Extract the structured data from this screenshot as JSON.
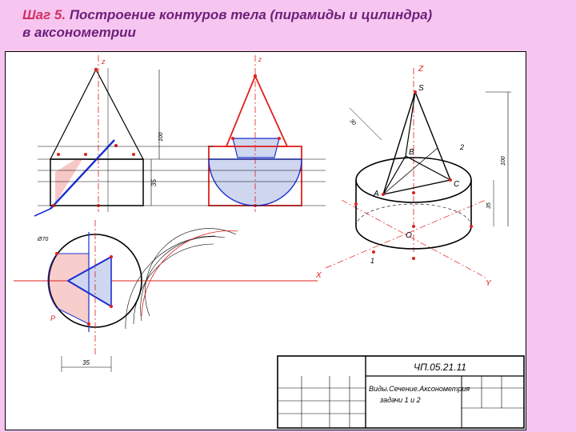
{
  "title": {
    "step": "Шаг 5.",
    "line1": "Построение контуров тела (пирамиды и цилиндра)",
    "line2": "в аксонометрии"
  },
  "colors": {
    "background": "#f7c6f0",
    "title": "#6d1f7a",
    "step": "#d03060",
    "red": "#e0201c",
    "blue": "#1a2fd0",
    "black": "#000000"
  },
  "labels": {
    "z_front": "z",
    "z_iso": "Z",
    "s": "S",
    "a": "A",
    "b": "B",
    "c": "C",
    "o": "O",
    "one": "1",
    "two": "2",
    "x_axis": "X",
    "y_axis": "Y",
    "p": "P",
    "dim_35_h": "35",
    "dim_35_v": "35",
    "dim_100_front": "100",
    "dim_100_iso": "100",
    "dim_35_iso": "35",
    "dim_30_iso": "30",
    "dim_r70": "Ø70"
  },
  "stamp": {
    "code": "ЧП.05.21.11",
    "title_line1": "Виды.Сечение.Аксонометрия",
    "title_line2": "задачи 1 и 2"
  }
}
